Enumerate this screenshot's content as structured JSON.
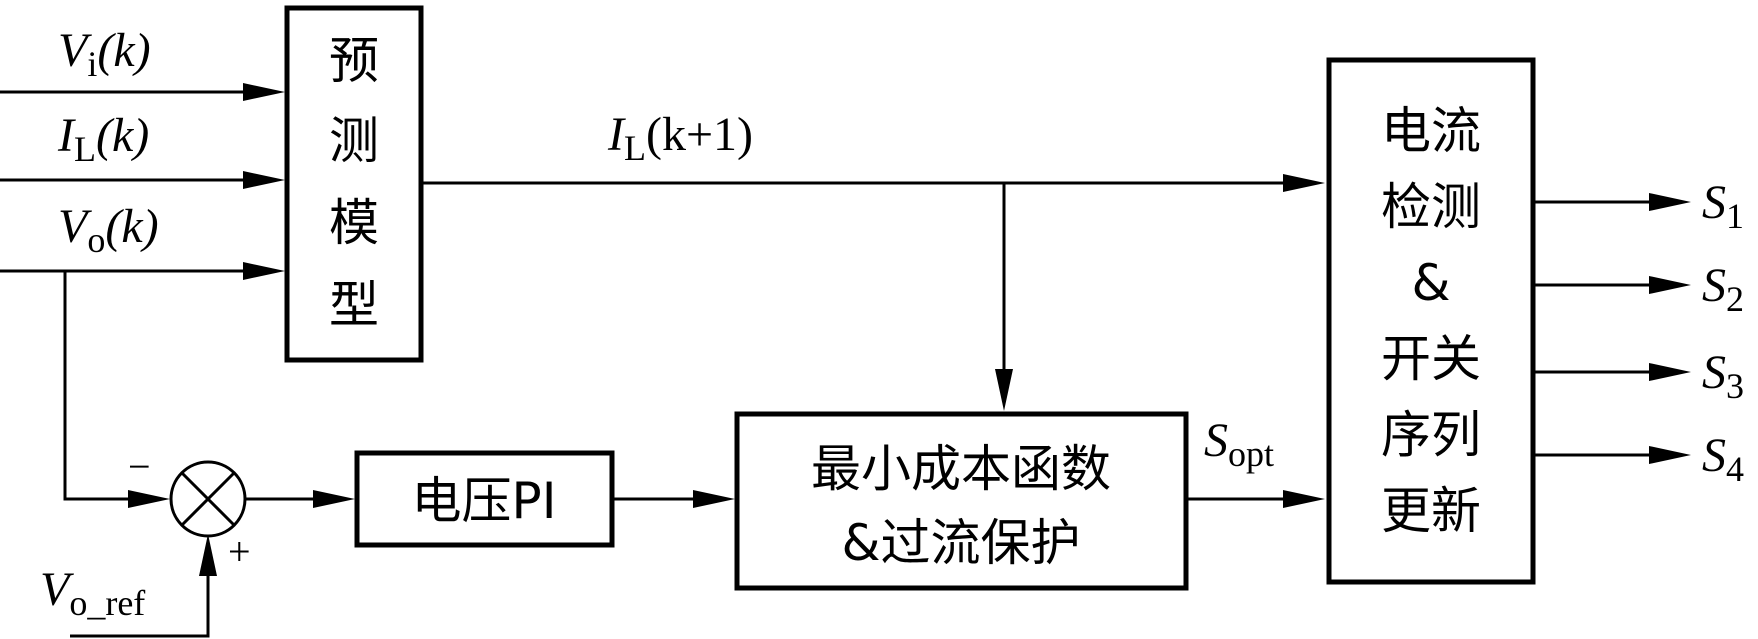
{
  "blocks": {
    "predict_model": [
      "预",
      "测",
      "模",
      "型"
    ],
    "voltage_pi": "电压PI",
    "min_cost": [
      "最小成本函数",
      "&过流保护"
    ],
    "switch_update": [
      "电流",
      "检测",
      "&",
      "开关",
      "序列",
      "更新"
    ]
  },
  "signals": {
    "vi": {
      "main": "V",
      "sub": "i",
      "tail": "(k)"
    },
    "il": {
      "main": "I",
      "sub": "L",
      "tail": "(k)"
    },
    "vo": {
      "main": "V",
      "sub": "o",
      "tail": "(k)"
    },
    "il_next": {
      "main": "I",
      "sub": "L",
      "tail": "(k+1)"
    },
    "vo_ref": {
      "main": "V",
      "sub": "o_ref"
    },
    "s_opt": {
      "main": "S",
      "sub": "opt"
    },
    "outputs": [
      {
        "main": "S",
        "sub": "1"
      },
      {
        "main": "S",
        "sub": "2"
      },
      {
        "main": "S",
        "sub": "3"
      },
      {
        "main": "S",
        "sub": "4"
      }
    ]
  },
  "summing_junction": {
    "minus": "−",
    "plus": "+"
  }
}
